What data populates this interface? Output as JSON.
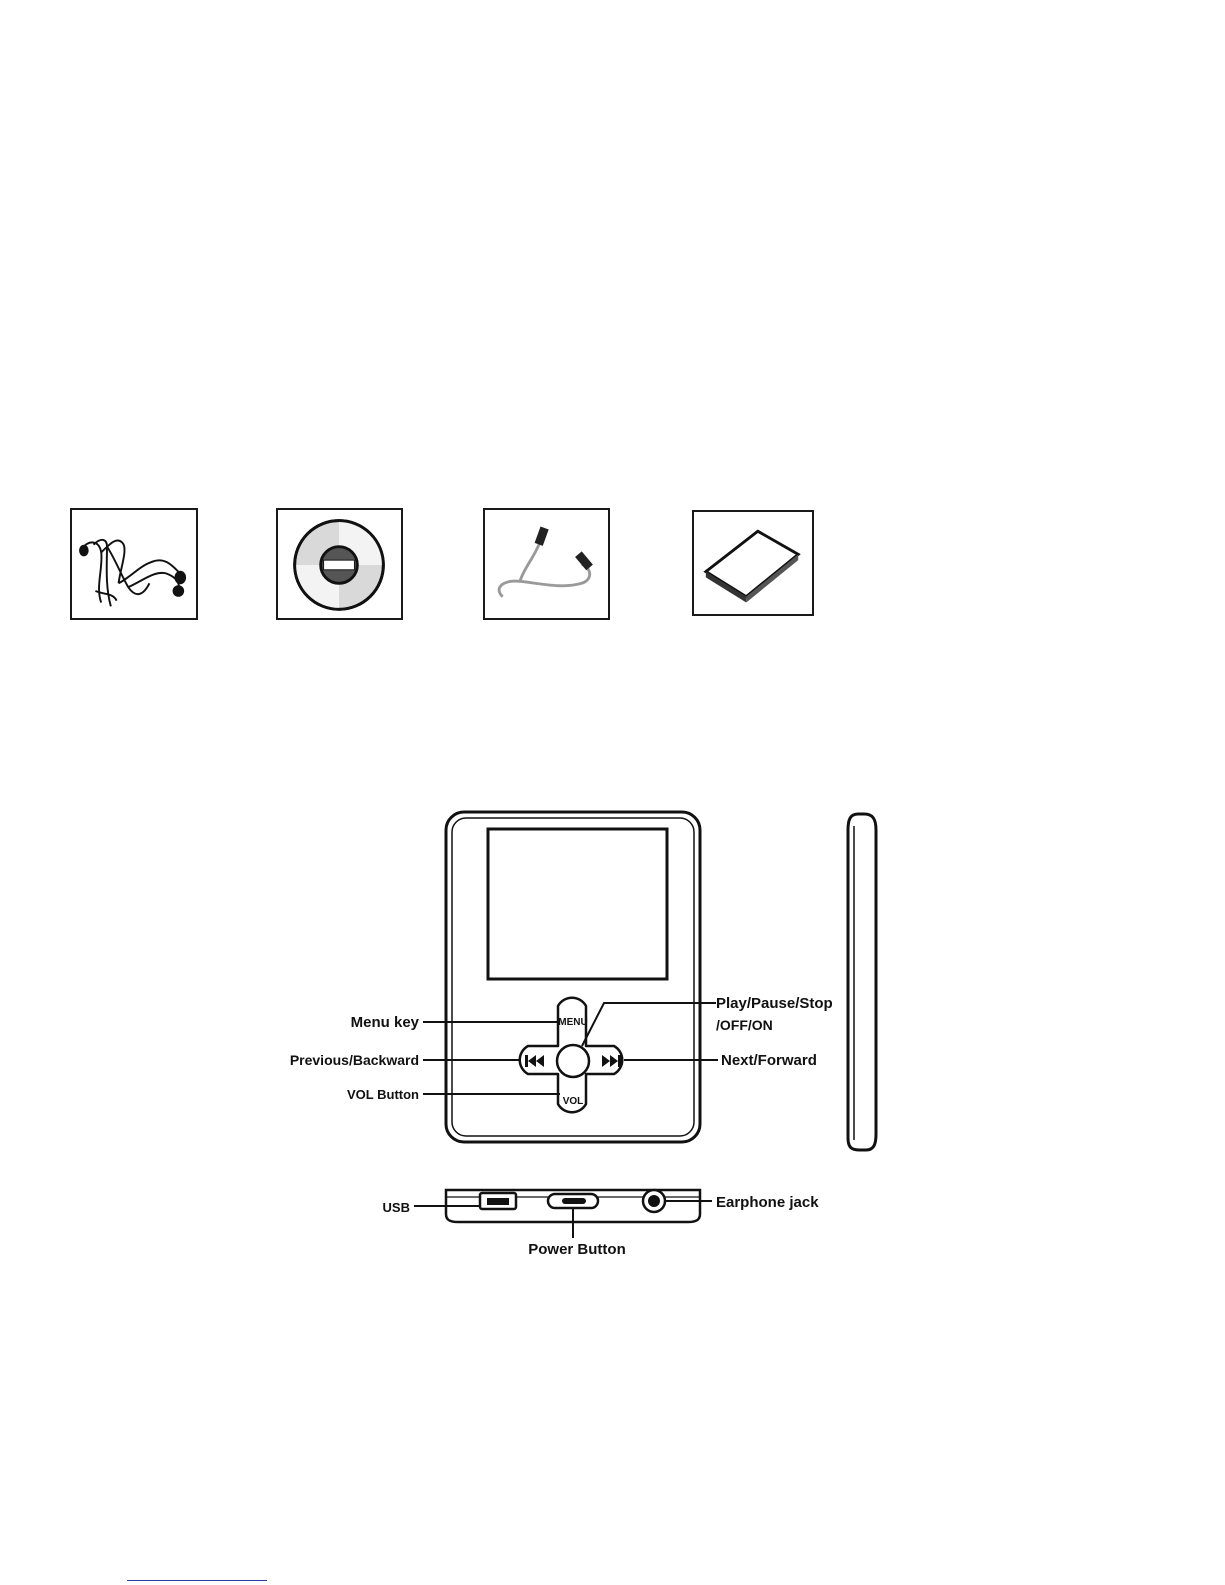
{
  "accessories": [
    {
      "name": "earphones-icon"
    },
    {
      "name": "cd-disc-icon"
    },
    {
      "name": "usb-cable-icon"
    },
    {
      "name": "manual-booklet-icon"
    }
  ],
  "labels": {
    "menu_key": "Menu key",
    "previous": "Previous/Backward",
    "vol_button": "VOL Button",
    "play_line1": "Play/Pause/Stop",
    "play_line2": "/OFF/ON",
    "next": "Next/Forward",
    "usb": "USB",
    "earphone_jack": "Earphone jack",
    "power_button": "Power Button"
  },
  "buttons": {
    "menu": "MENU",
    "vol": "VOL"
  },
  "colors": {
    "line": "#111111",
    "footer_rule": "#2b3d9b"
  }
}
